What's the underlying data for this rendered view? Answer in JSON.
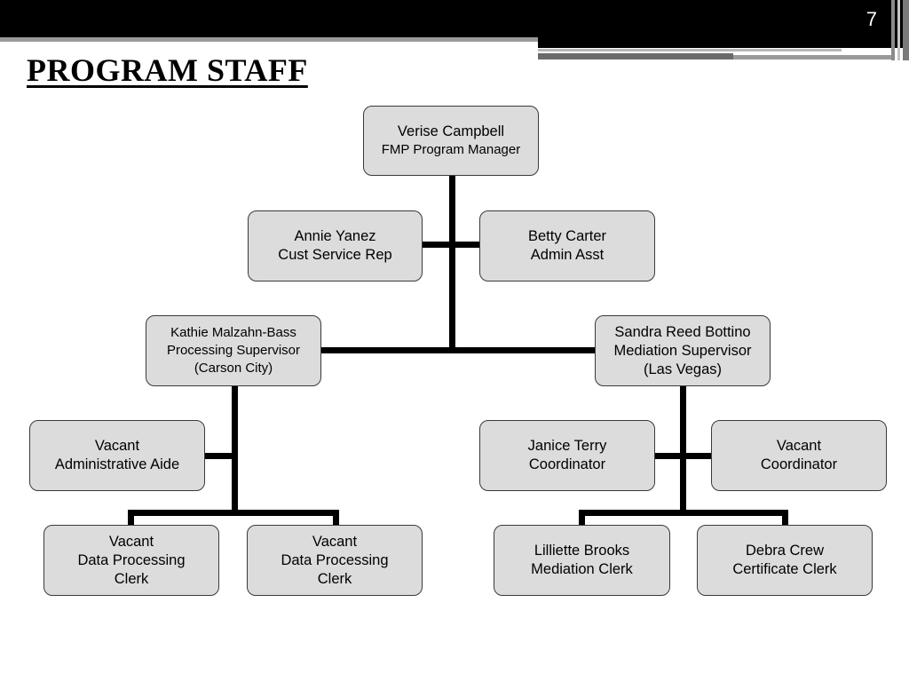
{
  "slide": {
    "number": "7",
    "title": "PROGRAM STAFF"
  },
  "org_chart": {
    "manager": {
      "name": "Verise Campbell",
      "role": "FMP Program Manager"
    },
    "annie": {
      "name": "Annie Yanez",
      "role": "Cust Service Rep"
    },
    "betty": {
      "name": "Betty Carter",
      "role": "Admin Asst"
    },
    "kathie": {
      "name": "Kathie Malzahn-Bass",
      "role": "Processing Supervisor",
      "location": "(Carson City)"
    },
    "sandra": {
      "name": "Sandra Reed Bottino",
      "role": "Mediation Supervisor",
      "location": "(Las Vegas)"
    },
    "admin_aide": {
      "name": "Vacant",
      "role": "Administrative Aide"
    },
    "dp_clerk_1": {
      "name": "Vacant",
      "role_line1": "Data Processing",
      "role_line2": "Clerk"
    },
    "dp_clerk_2": {
      "name": "Vacant",
      "role_line1": "Data Processing",
      "role_line2": "Clerk"
    },
    "janice": {
      "name": "Janice Terry",
      "role": "Coordinator"
    },
    "vacant_coord": {
      "name": "Vacant",
      "role": "Coordinator"
    },
    "lilliette": {
      "name": "Lilliette Brooks",
      "role": "Mediation Clerk"
    },
    "debra": {
      "name": "Debra Crew",
      "role": "Certificate Clerk"
    }
  }
}
